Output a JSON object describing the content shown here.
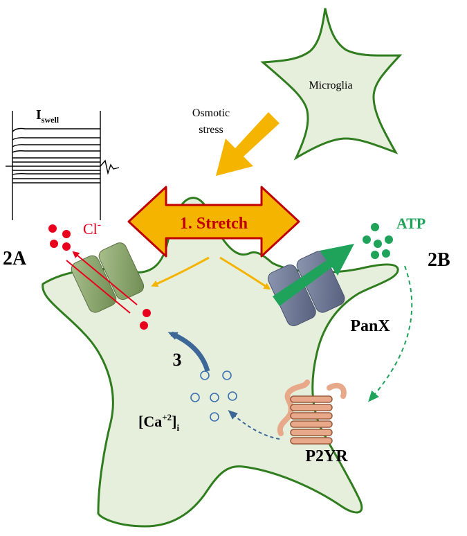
{
  "colors": {
    "cell_fill": "#e6efdc",
    "cell_stroke": "#2f7d1f",
    "stretch_fill": "#f5b400",
    "stretch_stroke": "#c00000",
    "stretch_text": "#c00000",
    "osmotic_arrow": "#f5b400",
    "chloride": "#e8001c",
    "atp": "#1fa35a",
    "calcium": "#3a6fb0",
    "dark_blue_arrow": "#3d6796",
    "receptor": "#e8a98a",
    "channel_green": "#8aa86a",
    "panx_grey": "#6f7a96"
  },
  "labels": {
    "microglia": "Microglia",
    "osmotic_line1": "Osmotic",
    "osmotic_line2": "stress",
    "stretch": "1. Stretch",
    "iswell_main": "I",
    "iswell_sub": "swell",
    "chloride_main": "Cl",
    "chloride_sup": "-",
    "atp": "ATP",
    "label_2a": "2A",
    "label_2b": "2B",
    "panx": "PanX",
    "p2yr": "P2YR",
    "step3": "3",
    "ca_open": "[Ca",
    "ca_sup": "+2",
    "ca_close": "]",
    "ca_sub": "i"
  },
  "icons": {
    "osmotic_arrow": "arrow-down-left-icon",
    "stretch": "double-arrow-icon",
    "chloride_channel": "channel-icon",
    "panx_channel": "channel-icon",
    "p2y_receptor": "gpcr-icon",
    "step3_arrow": "curved-arrow-icon"
  }
}
